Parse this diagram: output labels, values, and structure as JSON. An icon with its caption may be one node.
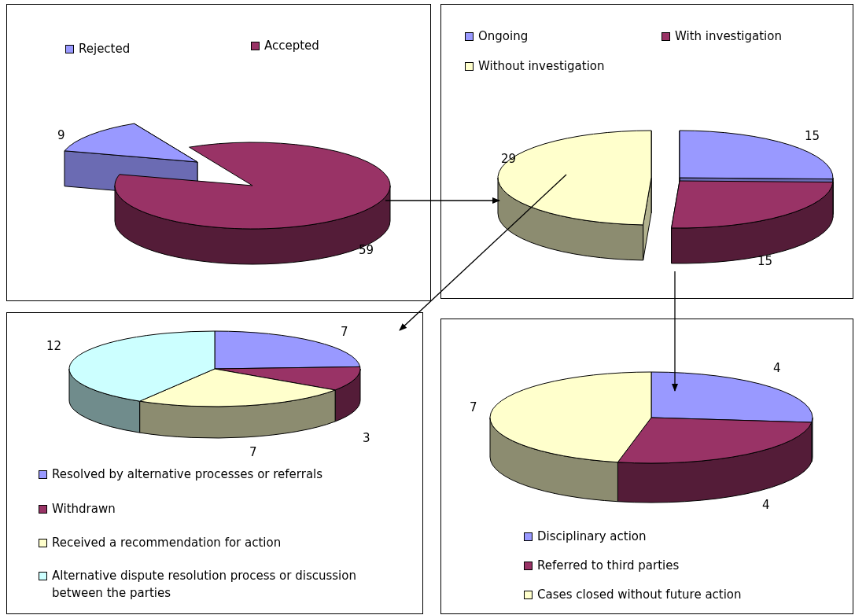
{
  "diagram": {
    "nodes": [
      {
        "text": [],
        "shape": "box"
      },
      {
        "text": [],
        "shape": "box"
      },
      {
        "text": [],
        "shape": "box"
      },
      {
        "text": [],
        "shape": "box"
      }
    ],
    "edges": [
      {
        "from": 0,
        "to": 1,
        "arrow": "to"
      },
      {
        "from": 1,
        "to": 2,
        "arrow": "to"
      },
      {
        "from": 1,
        "to": 3,
        "arrow": "to"
      }
    ],
    "labels": [
      "9",
      "59",
      "29",
      "15",
      "15",
      "12",
      "7",
      "3",
      "7",
      "7",
      "4",
      "4"
    ],
    "legend": [
      {
        "text": "Rejected",
        "color": "#9999ff"
      },
      {
        "text": "Accepted",
        "color": "#993366"
      },
      {
        "text": "Ongoing",
        "color": "#9999ff"
      },
      {
        "text": "With investigation",
        "color": "#993366"
      },
      {
        "text": "Without investigation",
        "color": "#ffffcc"
      },
      {
        "text": "Resolved by alternative processes or referrals",
        "color": "#9999ff"
      },
      {
        "text": "Withdrawn",
        "color": "#993366"
      },
      {
        "text": "Received a recommendation for action",
        "color": "#ffffcc"
      },
      {
        "text": "Alternative dispute resolution process or discussion between the parties",
        "color": "#ccffff"
      },
      {
        "text": "Disciplinary action",
        "color": "#9999ff"
      },
      {
        "text": "Referred to third parties",
        "color": "#993366"
      },
      {
        "text": "Cases closed without future action",
        "color": "#ffffcc"
      }
    ]
  }
}
